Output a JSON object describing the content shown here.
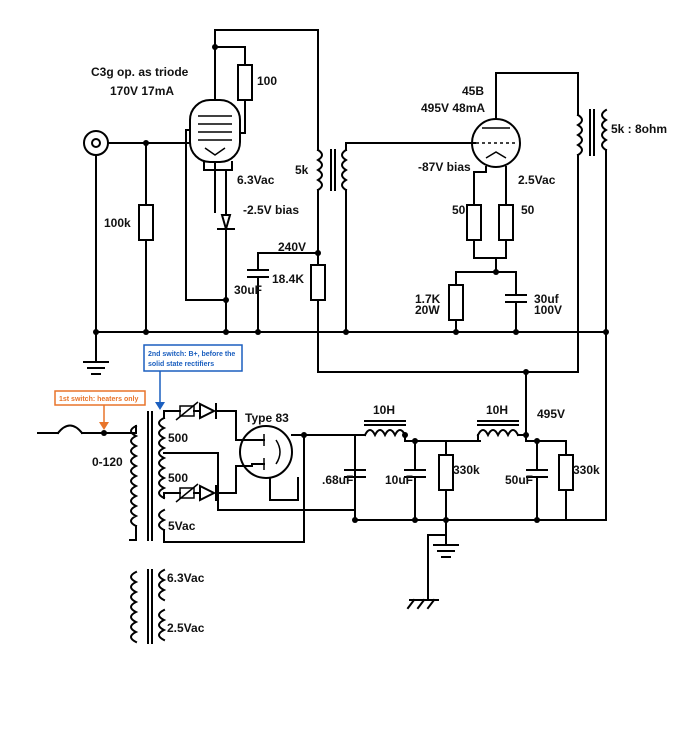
{
  "labels": {
    "driver_tube": "C3g op. as triode",
    "driver_op": "170V 17mA",
    "plate_resistor": "100",
    "heater_driver": "6.3Vac",
    "grid_bias": "-2.5V bias",
    "grid_resistor": "100k",
    "interstage": "5k",
    "v240": "240V",
    "r18k": "18.4K",
    "c30u_left": "30uF",
    "output_tube": "45B",
    "output_op": "495V 48mA",
    "bias87": "-87V bias",
    "heater_output": "2.5Vac",
    "r50_left": "50",
    "r50_right": "50",
    "r17k_a": "1.7K",
    "r17k_b": "20W",
    "c30u_right_a": "30uf",
    "c30u_right_b": "100V",
    "output_xfmr": "5k : 8ohm",
    "switch2_a": "2nd switch:  B+, before the",
    "switch2_b": "solid state rectifiers",
    "switch1": "1st switch:  heaters only",
    "rectifier": "Type 83",
    "sec500a": "500",
    "sec500b": "500",
    "primary": "0-120",
    "sec5v": "5Vac",
    "choke1": "10H",
    "choke2": "10H",
    "b_plus": "495V",
    "c068": ".68uF",
    "c10u": "10uF",
    "r330a": "330k",
    "c50u": "50uF",
    "r330b": "330k",
    "fil63": "6.3Vac",
    "fil25": "2.5Vac"
  },
  "colors": {
    "wire": "#000000",
    "switch1": "#E8742A",
    "switch2": "#1B5FBF"
  }
}
